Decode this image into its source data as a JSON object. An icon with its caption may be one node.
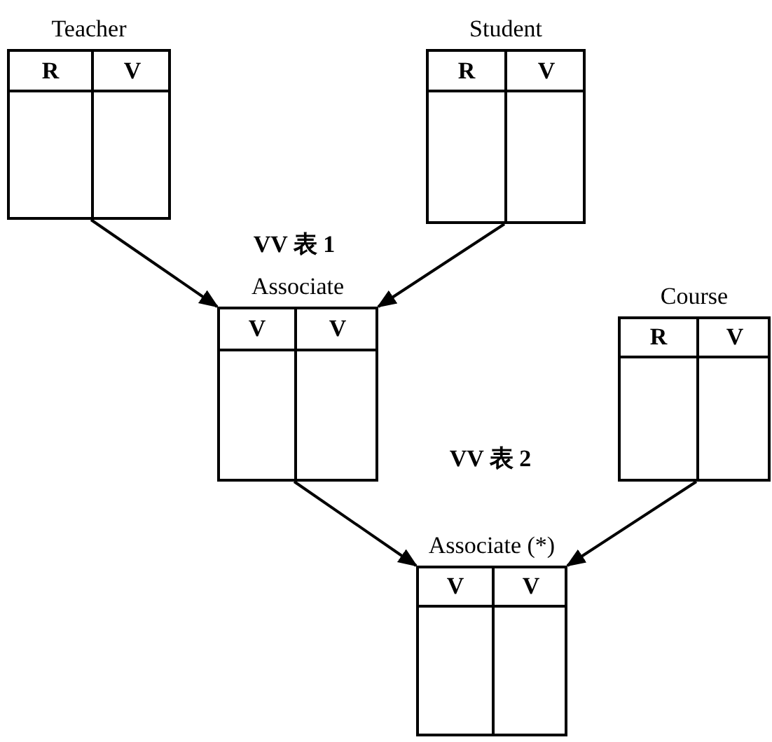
{
  "diagram": {
    "nodes": [
      {
        "text": [
          "Teacher",
          "R",
          "V"
        ]
      },
      {
        "text": [
          "Student",
          "R",
          "V"
        ]
      },
      {
        "text": [
          "Associate",
          "V",
          "V"
        ],
        "beside": [
          "VV 表 1"
        ]
      },
      {
        "text": [
          "Course",
          "R",
          "V"
        ]
      },
      {
        "text": [
          "Associate (*)",
          "V",
          "V"
        ]
      }
    ],
    "labels": [
      "VV 表 2"
    ],
    "edges": [
      {
        "from": 0,
        "to": 2,
        "arrow": "to"
      },
      {
        "from": 1,
        "to": 2,
        "arrow": "to"
      },
      {
        "from": 2,
        "to": 4,
        "arrow": "to"
      },
      {
        "from": 3,
        "to": 4,
        "arrow": "to"
      }
    ]
  }
}
